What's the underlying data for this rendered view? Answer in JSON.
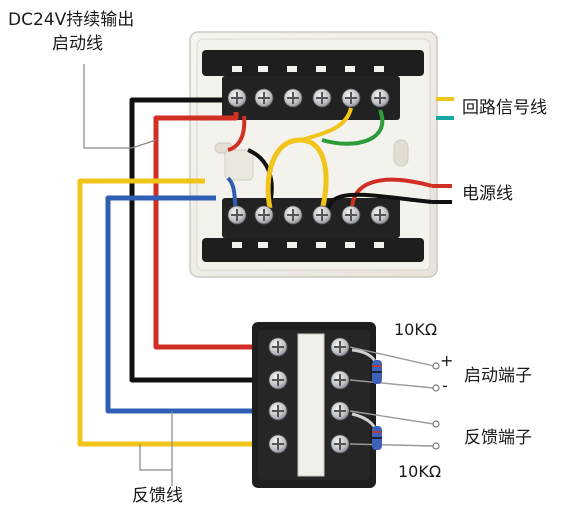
{
  "labels": {
    "dc24v_output": "DC24V持续输出",
    "start_line": "启动线",
    "loop_signal_line": "回路信号线",
    "power_line": "电源线",
    "resistor_top": "10KΩ",
    "plus_sign": "+",
    "minus_sign": "-",
    "start_terminal": "启动端子",
    "feedback_terminal": "反馈端子",
    "resistor_bottom": "10KΩ",
    "feedback_line": "反馈线"
  },
  "colors": {
    "background": "#ffffff",
    "module_box": "#f1efea",
    "terminal_block": "#1e1e1e",
    "screw": "#c9ccd0",
    "wire_black": "#111111",
    "wire_red": "#d22f24",
    "wire_yellow": "#f0c419",
    "wire_blue": "#2f5fb5",
    "wire_green": "#2e9b3a",
    "wire_teal": "#17a9a0",
    "leader_line": "#888888"
  },
  "icons": {
    "screw": "screw-terminal-icon",
    "resistor": "resistor-icon"
  }
}
